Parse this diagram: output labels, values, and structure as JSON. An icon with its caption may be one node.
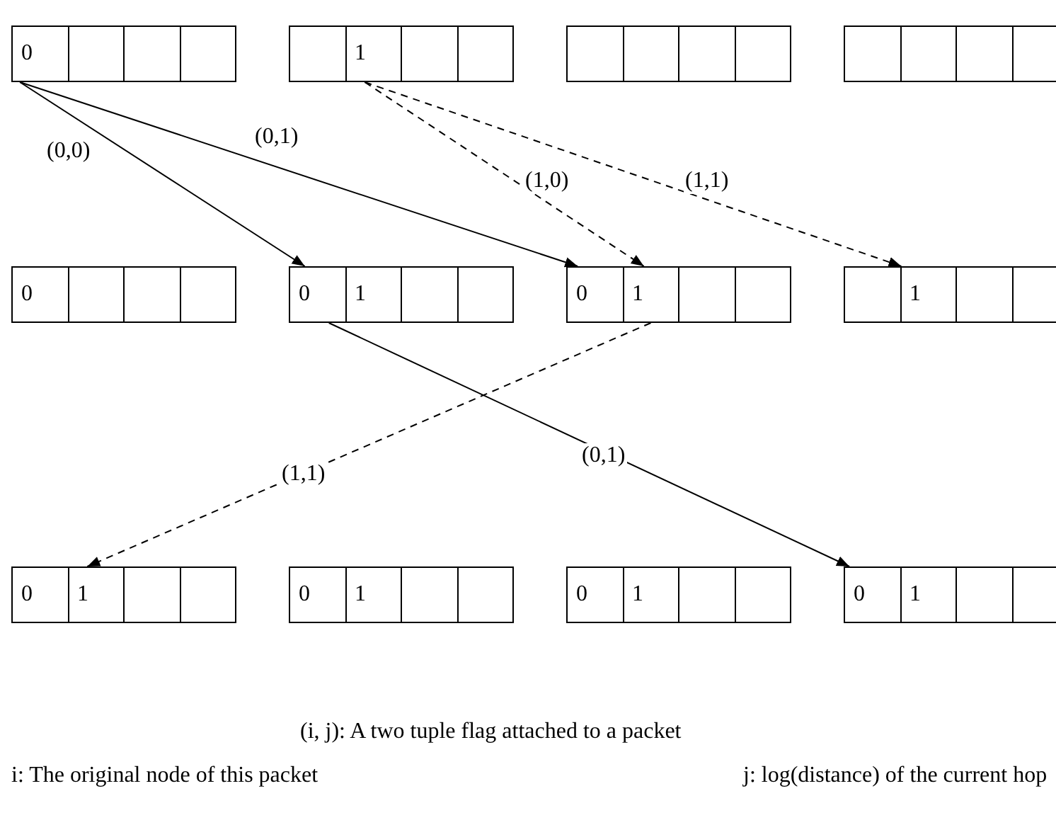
{
  "diagram": {
    "nodes": [
      {
        "text": [
          "0"
        ]
      },
      {
        "text": [],
        "shape": "box"
      },
      {
        "text": [],
        "shape": "box"
      },
      {
        "text": [],
        "shape": "box"
      },
      {
        "text": [],
        "shape": "box"
      },
      {
        "text": [
          "1"
        ]
      },
      {
        "text": [],
        "shape": "box"
      },
      {
        "text": [],
        "shape": "box"
      },
      {
        "text": [],
        "shape": "box"
      },
      {
        "text": [],
        "shape": "box"
      },
      {
        "text": [],
        "shape": "box"
      },
      {
        "text": [],
        "shape": "box"
      },
      {
        "text": [],
        "shape": "box"
      },
      {
        "text": [],
        "shape": "box"
      },
      {
        "text": [],
        "shape": "box"
      },
      {
        "text": [],
        "shape": "box"
      },
      {
        "text": [
          "0"
        ]
      },
      {
        "text": [],
        "shape": "box"
      },
      {
        "text": [],
        "shape": "box"
      },
      {
        "text": [],
        "shape": "box"
      },
      {
        "text": [
          "0"
        ]
      },
      {
        "text": [
          "1"
        ]
      },
      {
        "text": [],
        "shape": "box"
      },
      {
        "text": [],
        "shape": "box"
      },
      {
        "text": [
          "0"
        ]
      },
      {
        "text": [
          "1"
        ]
      },
      {
        "text": [],
        "shape": "box"
      },
      {
        "text": [],
        "shape": "box"
      },
      {
        "text": [],
        "shape": "box"
      },
      {
        "text": [
          "1"
        ]
      },
      {
        "text": [],
        "shape": "box"
      },
      {
        "text": [],
        "shape": "box"
      },
      {
        "text": [
          "0"
        ]
      },
      {
        "text": [
          "1"
        ]
      },
      {
        "text": [],
        "shape": "box"
      },
      {
        "text": [],
        "shape": "box"
      },
      {
        "text": [
          "0"
        ]
      },
      {
        "text": [
          "1"
        ]
      },
      {
        "text": [],
        "shape": "box"
      },
      {
        "text": [],
        "shape": "box"
      },
      {
        "text": [
          "0"
        ]
      },
      {
        "text": [
          "1"
        ]
      },
      {
        "text": [],
        "shape": "box"
      },
      {
        "text": [],
        "shape": "box"
      },
      {
        "text": [
          "0"
        ]
      },
      {
        "text": [
          "1"
        ]
      },
      {
        "text": [],
        "shape": "box"
      },
      {
        "text": [],
        "shape": "box"
      }
    ],
    "edges": [
      {
        "from": 0,
        "to": 20,
        "arrow": "to",
        "label": "(0,0)"
      },
      {
        "from": 0,
        "to": 24,
        "arrow": "to",
        "label": "(0,1)"
      },
      {
        "from": 5,
        "to": 25,
        "arrow": "to",
        "label": "(1,0)",
        "style": "dashed"
      },
      {
        "from": 5,
        "to": 29,
        "arrow": "to",
        "label": "(1,1)",
        "style": "dashed"
      },
      {
        "from": 25,
        "to": 33,
        "arrow": "to",
        "label": "(1,1)",
        "style": "dashed"
      },
      {
        "from": 20,
        "to": 44,
        "arrow": "to",
        "label": "(0,1)"
      }
    ],
    "labels": [
      "(i, j): A two tuple flag attached to a packet",
      "i: The original node of this packet",
      "j: log(distance) of the current hop"
    ]
  }
}
